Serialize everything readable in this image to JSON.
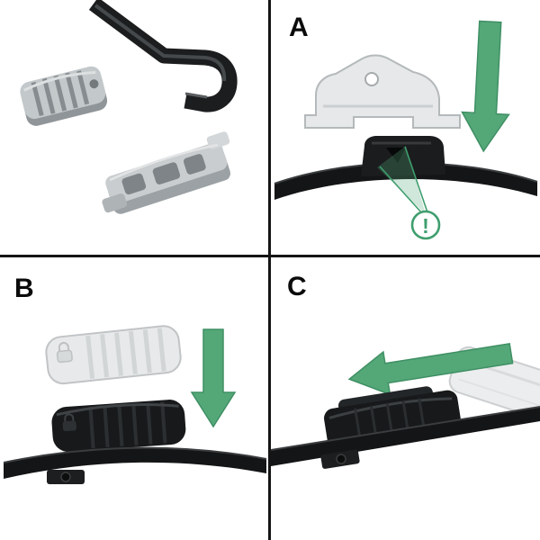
{
  "diagram": {
    "panels": {
      "a": {
        "label": "A"
      },
      "b": {
        "label": "B"
      },
      "c": {
        "label": "C"
      }
    },
    "warning": {
      "symbol": "!"
    },
    "colors": {
      "arrow_green": "#54a878",
      "warning_green": "#3f9e6e",
      "divider_black": "#151515",
      "blade_black": "#141516",
      "part_gray": "#c3c8ca",
      "ghost_gray": "#e3e5e6",
      "background": "#ffffff"
    }
  }
}
